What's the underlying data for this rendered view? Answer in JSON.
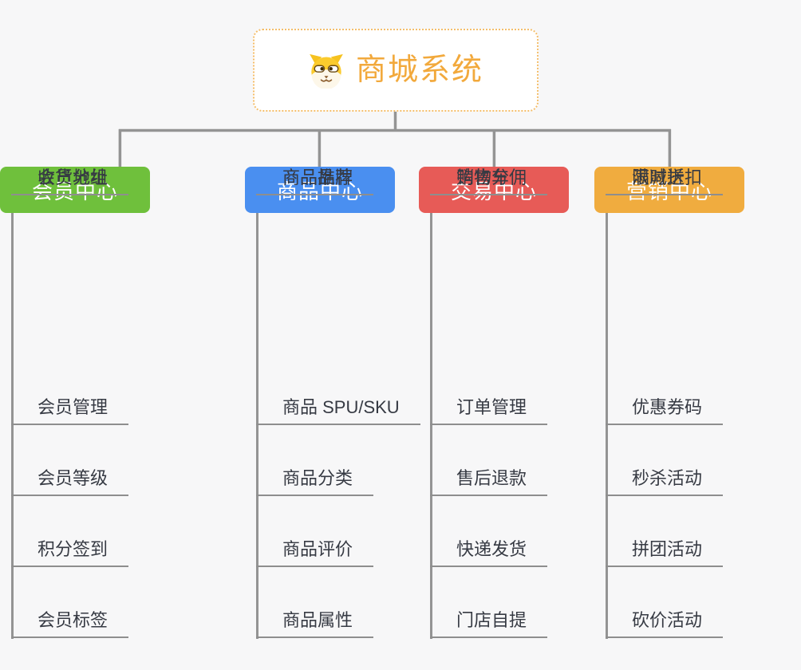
{
  "root": {
    "title": "商城系统",
    "icon": "dog-face-icon",
    "text_color": "#F2A93C",
    "border_color": "#F4BE6B"
  },
  "branches": [
    {
      "label": "商品中心",
      "color": "#4A8FF0",
      "items": [
        "商品 SPU/SKU",
        "商品分类",
        "商品评价",
        "商品属性",
        "商品推荐",
        "商品品牌"
      ]
    },
    {
      "label": "交易中心",
      "color": "#E75B57",
      "items": [
        "订单管理",
        "售后退款",
        "快递发货",
        "门店自提",
        "购物车",
        "销售分佣"
      ]
    },
    {
      "label": "营销中心",
      "color": "#F0AC3F",
      "items": [
        "优惠券码",
        "秒杀活动",
        "拼团活动",
        "砍价活动",
        "限时折扣",
        "满减送"
      ]
    },
    {
      "label": "会员中心",
      "color": "#6FC03C",
      "items": [
        "会员管理",
        "会员等级",
        "积分签到",
        "会员标签",
        "会员分组",
        "收货地址"
      ]
    }
  ],
  "colors": {
    "connector": "#949494",
    "underline": "#8E8E8E",
    "background": "#F7F7F8",
    "item_text": "#363A43"
  }
}
